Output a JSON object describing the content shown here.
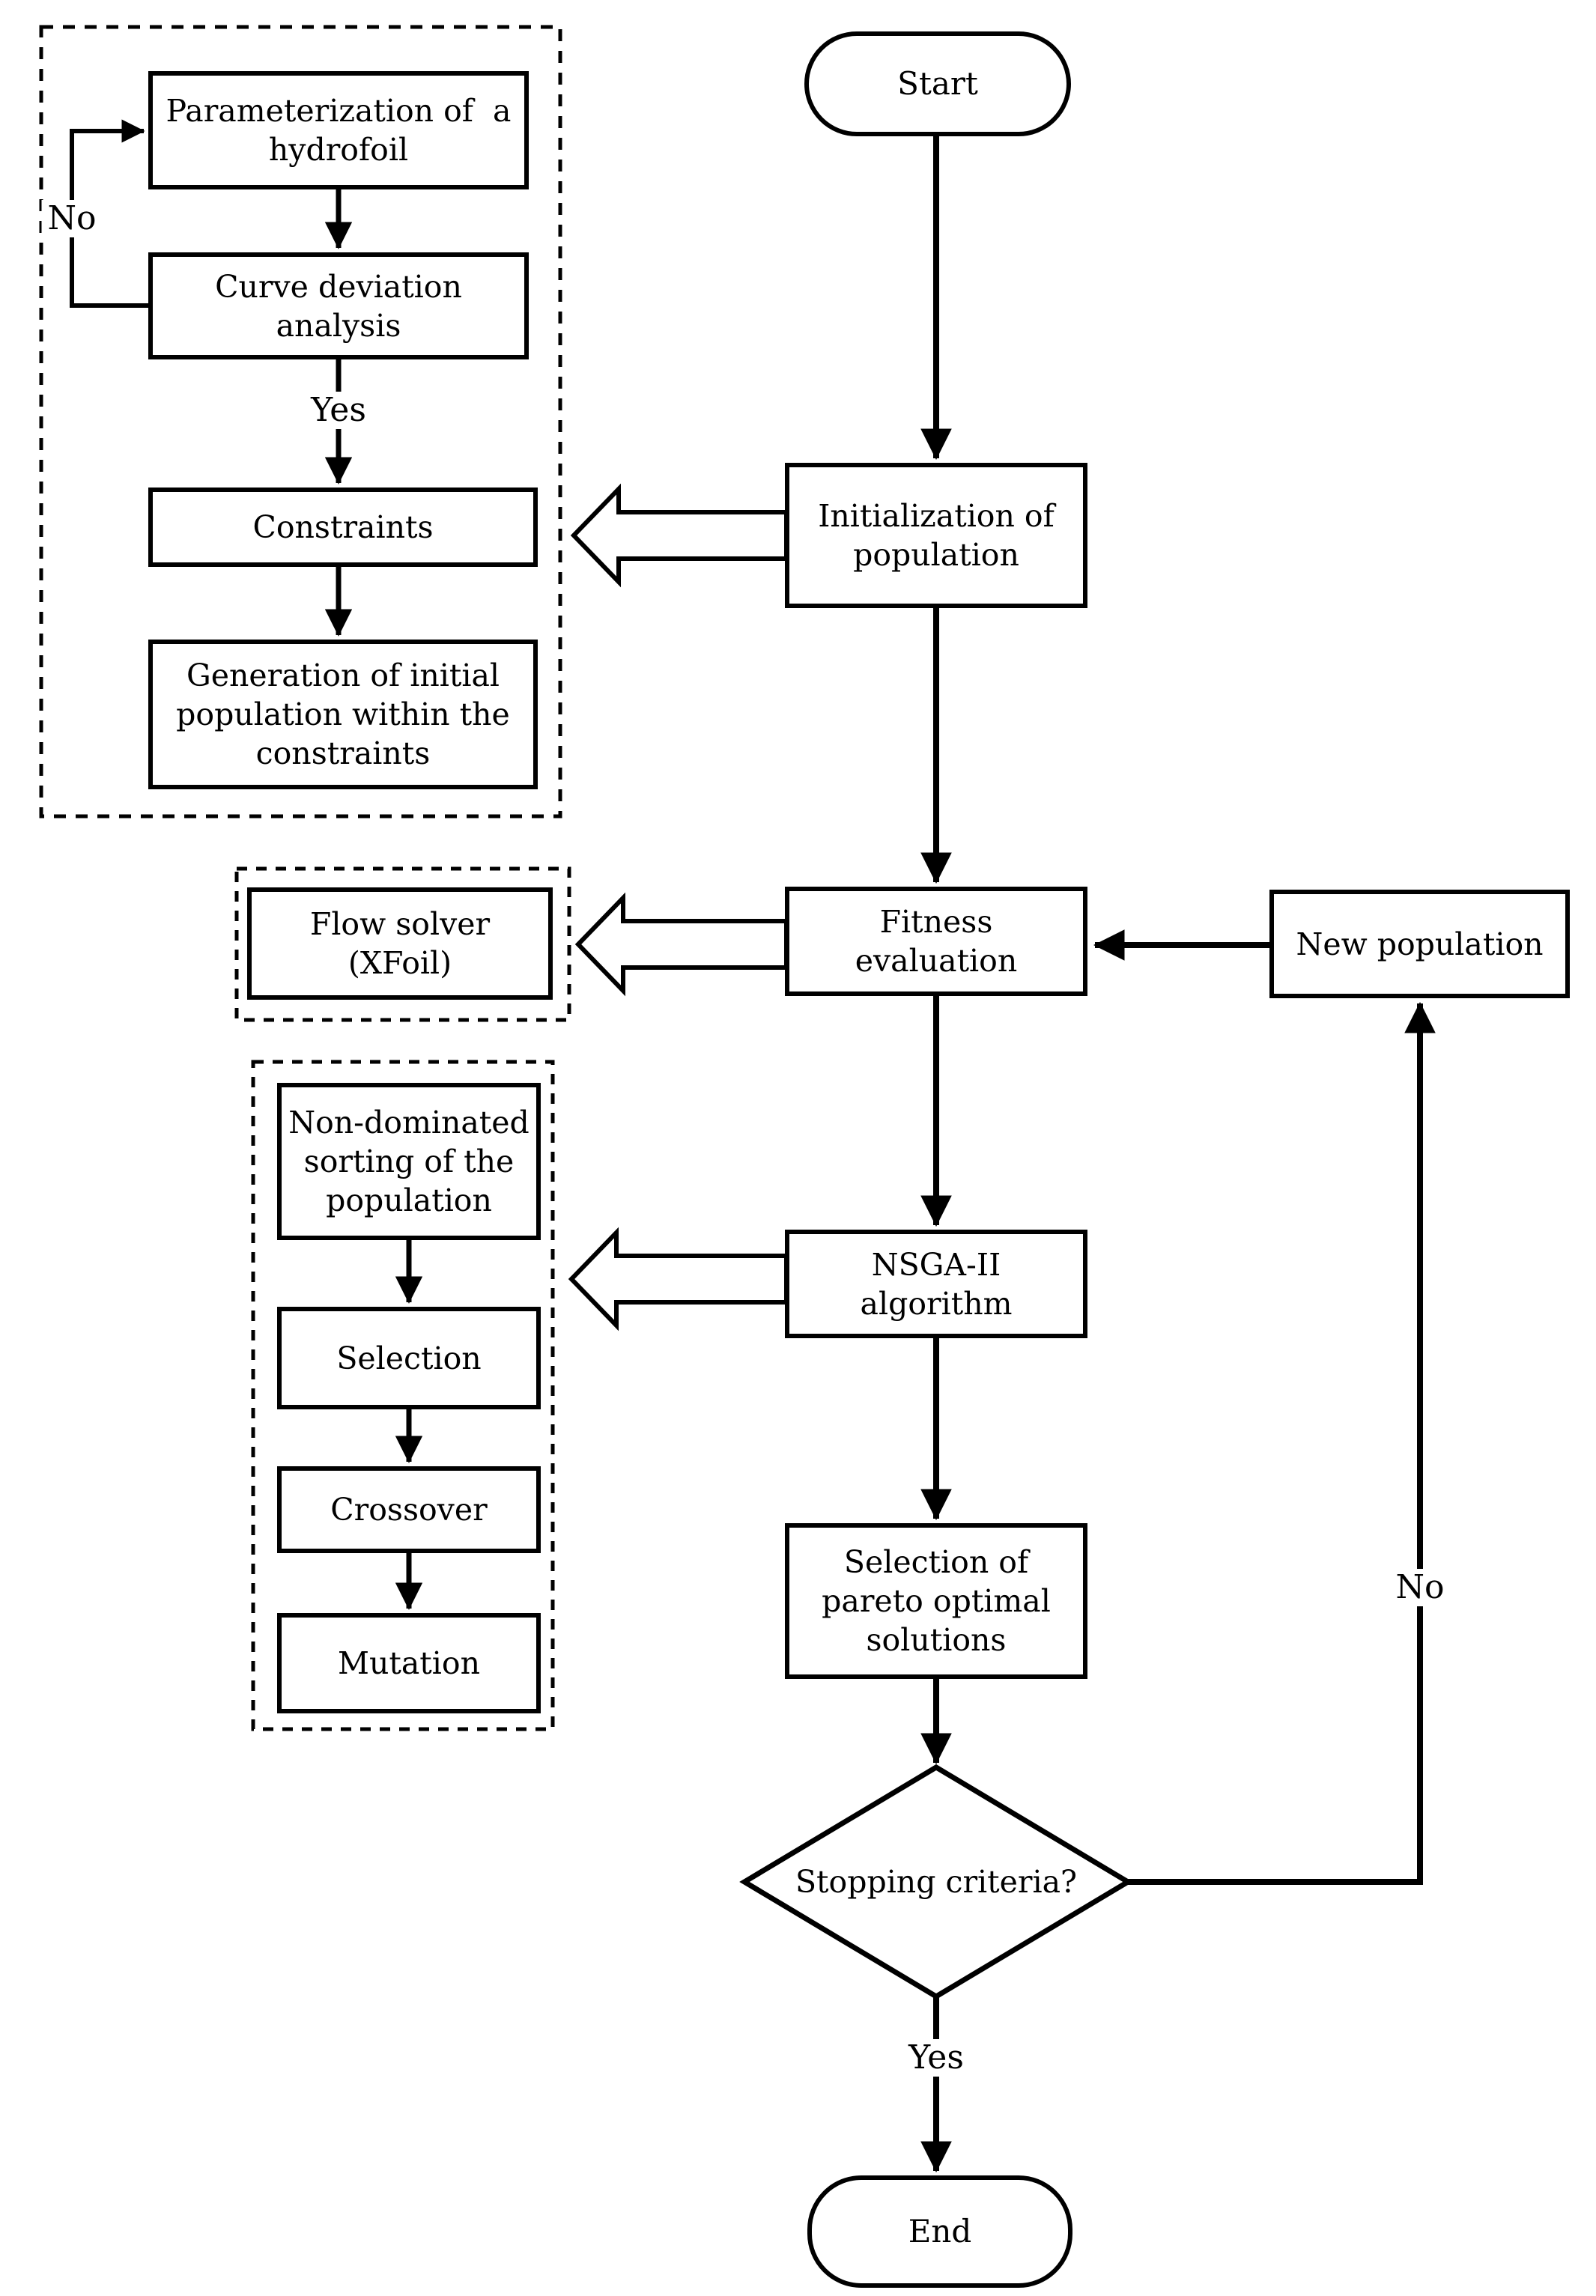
{
  "colors": {
    "ink": "#000000",
    "background": "#ffffff"
  },
  "flowchart": {
    "terminals": {
      "start": "Start",
      "end": "End"
    },
    "main": {
      "initialization": "Initialization of\npopulation",
      "fitness": "Fitness\nevaluation",
      "nsga2": "NSGA-II\nalgorithm",
      "pareto": "Selection of\npareto optimal\nsolutions",
      "stopping": "Stopping criteria?",
      "new_population": "New population"
    },
    "parameterization_group": {
      "parameterization": "Parameterization of  a\nhydrofoil",
      "curve_deviation": "Curve deviation\nanalysis",
      "constraints": "Constraints",
      "generation": "Generation of initial\npopulation within the\nconstraints"
    },
    "flow_solver_group": {
      "flow_solver": "Flow solver\n(XFoil)"
    },
    "nsga_operators_group": {
      "non_dominated": "Non-dominated\nsorting of the\npopulation",
      "selection": "Selection",
      "crossover": "Crossover",
      "mutation": "Mutation"
    },
    "edge_labels": {
      "no_loop": "No",
      "yes_constraints": "Yes",
      "yes_end": "Yes",
      "no_new_population": "No"
    }
  }
}
